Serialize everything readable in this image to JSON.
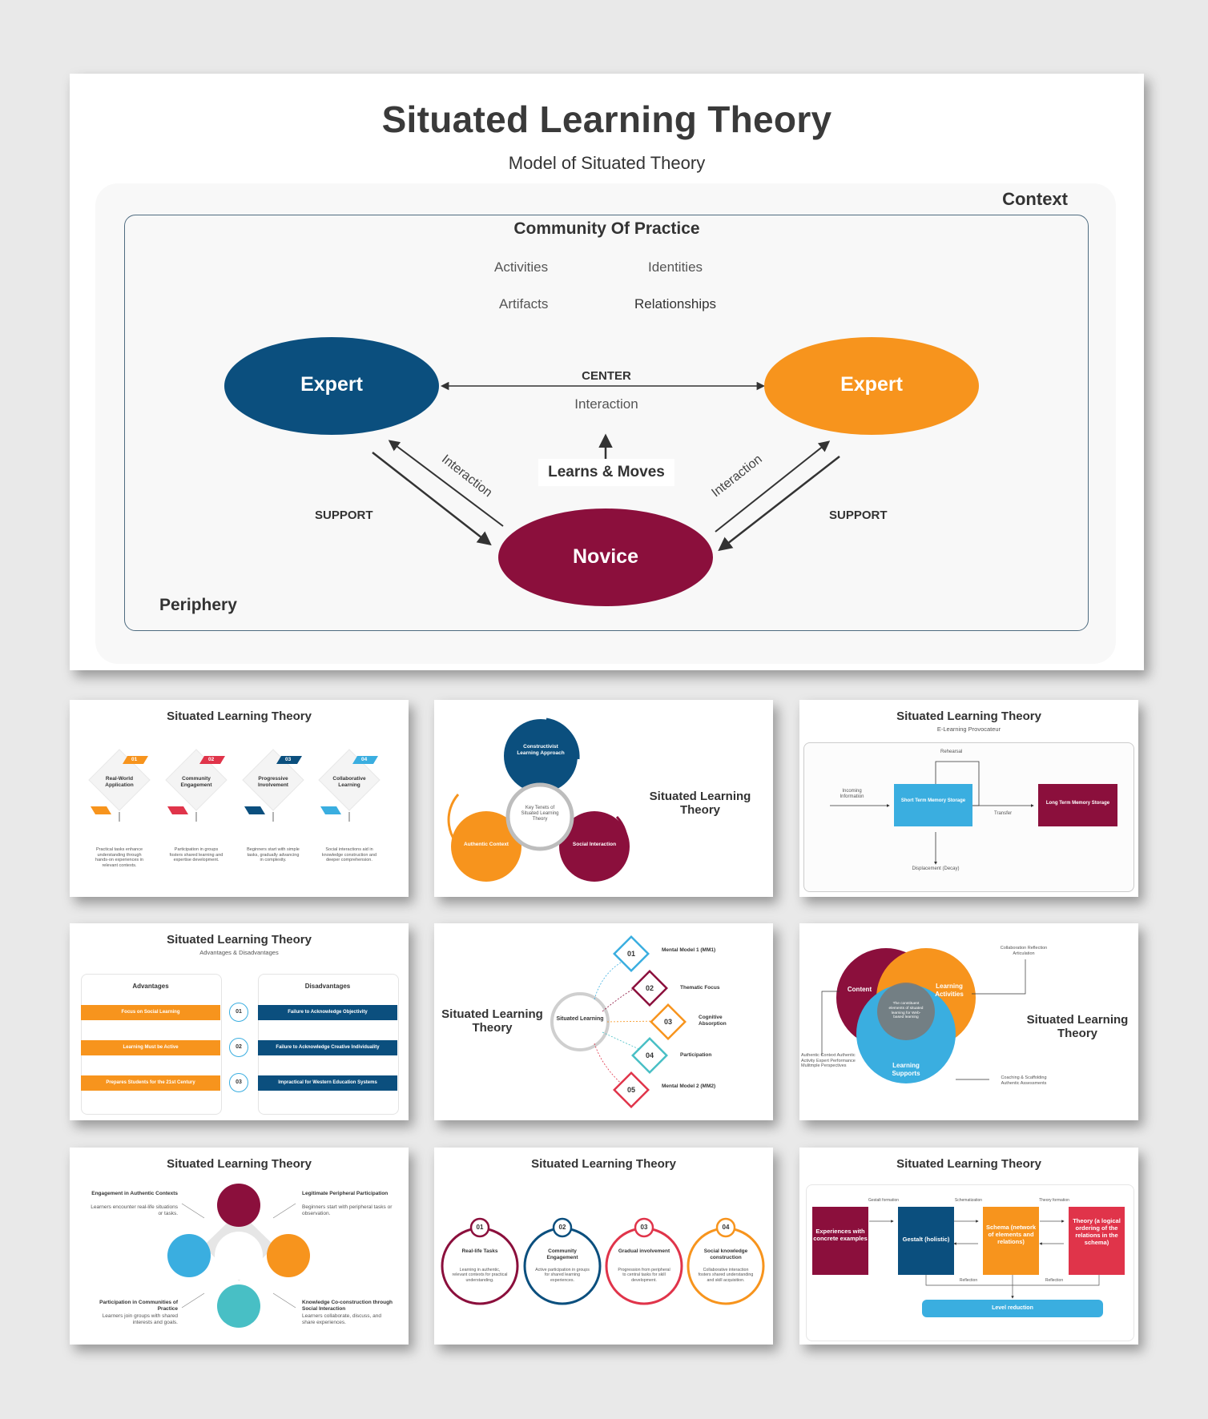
{
  "main": {
    "title": "Situated Learning Theory",
    "subtitle": "Model of Situated Theory",
    "context_label": "Context",
    "community": {
      "title": "Community  Of Practice",
      "items": [
        "Activities",
        "Identities",
        "Artifacts",
        "Relationships"
      ]
    },
    "expert_left": "Expert",
    "expert_right": "Expert",
    "novice": "Novice",
    "center_label": "CENTER",
    "center_interaction": "Interaction",
    "learns_moves": "Learns & Moves",
    "interaction_left": "Interaction",
    "interaction_right": "Interaction",
    "support_left": "SUPPORT",
    "support_right": "SUPPORT",
    "periphery": "Periphery",
    "colors": {
      "blue": "#0b4f7e",
      "orange": "#f7941d",
      "maroon": "#8b0f3c"
    }
  },
  "t1": {
    "title": "Situated Learning Theory",
    "items": [
      {
        "num": "01",
        "label": "Real-World Application",
        "desc": "Practical tasks enhance understanding through hands-on experiences in relevant contexts.",
        "color": "#f7941d"
      },
      {
        "num": "02",
        "label": "Community Engagement",
        "desc": "Participation in groups fosters shared learning and expertise development.",
        "color": "#e0344a"
      },
      {
        "num": "03",
        "label": "Progressive Involvement",
        "desc": "Beginners start with simple tasks, gradually advancing in complexity.",
        "color": "#0b4f7e"
      },
      {
        "num": "04",
        "label": "Collaborative Learning",
        "desc": "Social interactions aid in knowledge construction and deeper comprehension.",
        "color": "#3aaee0"
      }
    ]
  },
  "t2": {
    "title": "Situated Learning Theory",
    "center": "Key Tenets of Situated Learning Theory",
    "top": "Constructivist Learning Approach",
    "left": "Authentic Context",
    "right": "Social Interaction"
  },
  "t3": {
    "title": "Situated Learning Theory",
    "subtitle": "E-Learning Provocateur",
    "rehearsal": "Rehearsal",
    "incoming": "Incoming Information",
    "stm": "Short Term Memory Storage",
    "transfer": "Transfer",
    "ltm": "Long Term Memory Storage",
    "displacement": "Displacement (Decay)"
  },
  "t4": {
    "title": "Situated Learning Theory",
    "subtitle": "Advantages & Disadvantages",
    "adv_header": "Advantages",
    "dis_header": "Disadvantages",
    "rows": [
      {
        "num": "01",
        "adv": "Focus on Social Learning",
        "dis": "Failure to Acknowledge Objectivity"
      },
      {
        "num": "02",
        "adv": "Learning Must be Active",
        "dis": "Failure to Acknowledge Creative Individuality"
      },
      {
        "num": "03",
        "adv": "Prepares Students for the 21st Century",
        "dis": "Impractical for Western Education Systems"
      }
    ]
  },
  "t5": {
    "title": "Situated Learning Theory",
    "center": "Situated Learning",
    "items": [
      {
        "num": "01",
        "label": "Mental Model 1 (MM1)",
        "color": "#3aaee0"
      },
      {
        "num": "02",
        "label": "Thematic Focus",
        "color": "#8b0f3c"
      },
      {
        "num": "03",
        "label": "Cognitive Absorption",
        "color": "#f7941d"
      },
      {
        "num": "04",
        "label": "Participation",
        "color": "#48bfc5"
      },
      {
        "num": "05",
        "label": "Mental Model 2 (MM2)",
        "color": "#e0344a"
      }
    ]
  },
  "t6": {
    "title": "Situated Learning Theory",
    "content": "Content",
    "activities": "Learning Activities",
    "supports": "Learning Supports",
    "center": "The constituent elements of situated learning for Web-based learning",
    "top_note": "Collaboration Reflection Articulation",
    "left_note": "Authentic Context Authentic Activity Expert Performance Mulitmple Perspectives",
    "bottom_note": "Coaching & Scaffolding Authentic Assessments"
  },
  "t7": {
    "title": "Situated Learning Theory",
    "items": [
      {
        "title": "Engagement in Authentic Contexts",
        "desc": "Learners encounter real-life situations or tasks."
      },
      {
        "title": "Legitimate Peripheral Participation",
        "desc": "Beginners start with peripheral tasks or observation."
      },
      {
        "title": "Participation in Communities of Practice",
        "desc": "Learners join groups with shared interests and goals."
      },
      {
        "title": "Knowledge Co-construction through Social Interaction",
        "desc": "Learners collaborate, discuss, and share experiences."
      }
    ]
  },
  "t8": {
    "title": "Situated Learning Theory",
    "items": [
      {
        "num": "01",
        "label": "Real-life Tasks",
        "desc": "Learning in authentic, relevant contexts for practical understanding.",
        "color": "#8b0f3c"
      },
      {
        "num": "02",
        "label": "Community Engagement",
        "desc": "Active participation in groups for shared learning experiences.",
        "color": "#0b4f7e"
      },
      {
        "num": "03",
        "label": "Gradual involvement",
        "desc": "Progression from peripheral to central tasks for skill development.",
        "color": "#e0344a"
      },
      {
        "num": "04",
        "label": "Social knowledge construction",
        "desc": "Collaborative interaction fosters shared understanding and skill acquisition.",
        "color": "#f7941d"
      }
    ]
  },
  "t9": {
    "title": "Situated Learning Theory",
    "boxes": [
      {
        "label": "Experiences with concrete examples",
        "color": "#8b0f3c"
      },
      {
        "label": "Gestalt (holistic)",
        "color": "#0b4f7e"
      },
      {
        "label": "Schema (network of elements and relations)",
        "color": "#f7941d"
      },
      {
        "label": "Theory (a logical ordering of the relations in the schema)",
        "color": "#e0344a"
      }
    ],
    "top_labels": [
      "Gestalt formation",
      "Schematization",
      "Theory formation"
    ],
    "reflection": [
      "Reflection",
      "Reflection"
    ],
    "level": "Level reduction"
  }
}
